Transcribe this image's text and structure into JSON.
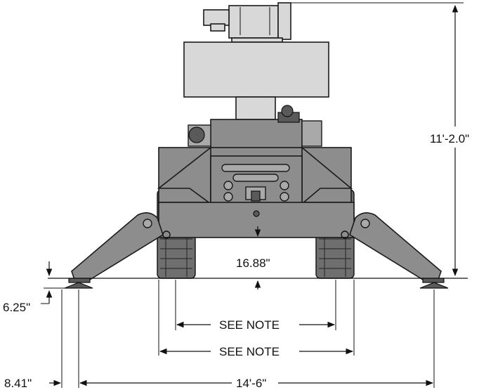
{
  "dimensions": {
    "overall_height": "11'-2.0\"",
    "ground_clearance": "16.88\"",
    "outrigger_pad_height": "6.25\"",
    "track_width_inner": "SEE NOTE",
    "track_width_outer": "SEE NOTE",
    "pad_offset": "8.41\"",
    "outrigger_spread": "14'-6\""
  }
}
